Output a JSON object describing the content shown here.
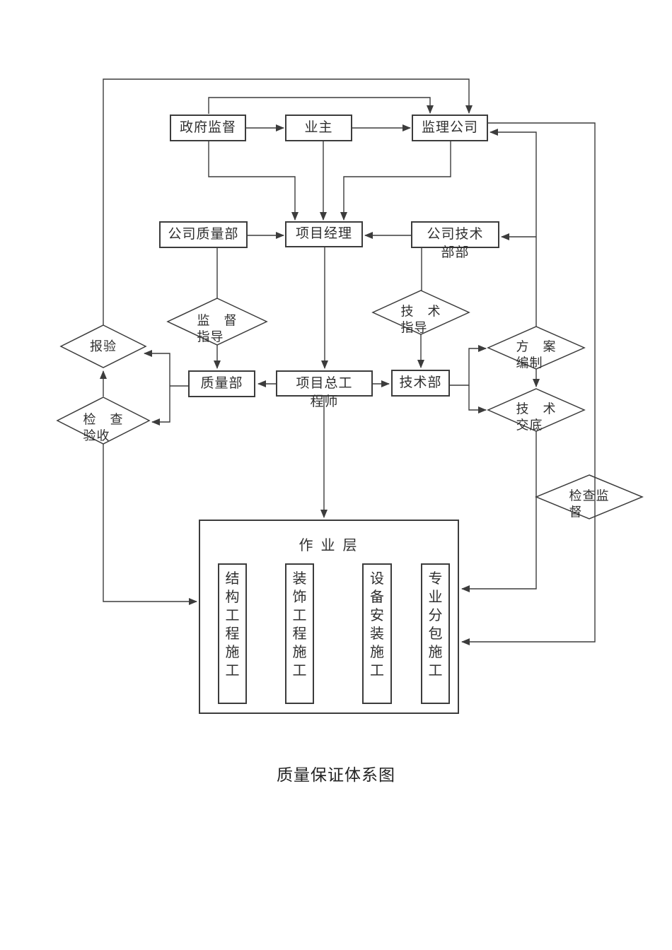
{
  "caption": "质量保证体系图",
  "colors": {
    "line": "#3c3c3c",
    "text": "#2f2f2f",
    "background": "#ffffff"
  },
  "nodes": {
    "zhengfu_jiandu": {
      "label": "政府监督"
    },
    "yezhu": {
      "label": "业主"
    },
    "jianli_gongsi": {
      "label": "监理公司"
    },
    "gongsi_zhiliangbu": {
      "label": "公司质量部"
    },
    "xiangmu_jingli": {
      "label": "项目经理"
    },
    "gongsi_jishubu": {
      "label": "公司技术部部"
    },
    "jiandu_zhidao": {
      "label": "监　督\n指导"
    },
    "jishu_zhidao": {
      "label": "技　术\n指导"
    },
    "baoyan": {
      "label": "报验"
    },
    "jiancha_yanshou": {
      "label": "检　查\n验收"
    },
    "zhiliangbu": {
      "label": "质量部"
    },
    "xiangmu_zonggong": {
      "label": "项目总工程师"
    },
    "jishubu": {
      "label": "技术部"
    },
    "fangan_bianzhi": {
      "label": "方　案\n编制"
    },
    "jishu_jiaodi": {
      "label": "技　术\n交底"
    },
    "jiancha_jiandu": {
      "label": "检查监\n督"
    },
    "zuoyeceng": {
      "label": "作 业 层"
    },
    "jiegou_shigong": {
      "label": "结构工程施工"
    },
    "zhuangshi_shigong": {
      "label": "装饰工程施工"
    },
    "shebei_shigong": {
      "label": "设备安装施工"
    },
    "zhuanye_shigong": {
      "label": "专业分包施工"
    }
  }
}
